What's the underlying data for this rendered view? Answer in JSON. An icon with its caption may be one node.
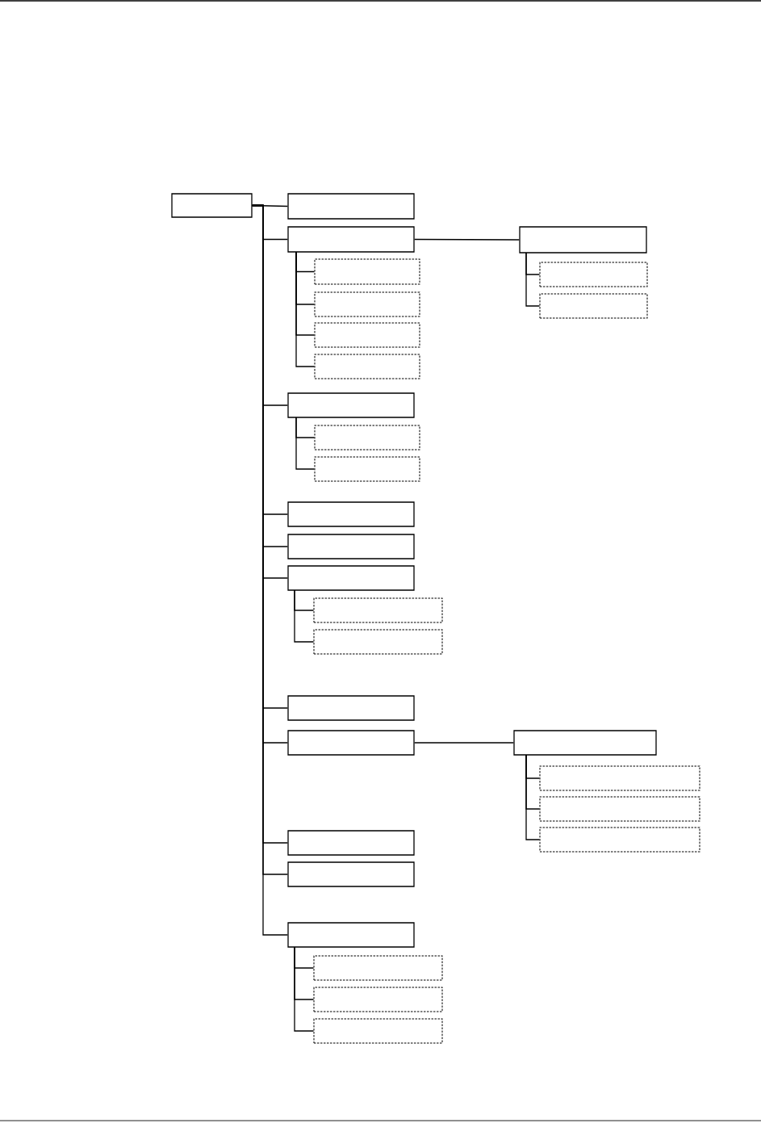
{
  "diagram": {
    "nodes": [
      {
        "text": [],
        "shape": "box"
      },
      {
        "text": [],
        "shape": "box"
      },
      {
        "text": [],
        "shape": "box"
      },
      {
        "text": [],
        "shape": "box"
      },
      {
        "text": [],
        "shape": "box"
      },
      {
        "text": [],
        "shape": "box"
      },
      {
        "text": [],
        "shape": "box"
      },
      {
        "text": [],
        "shape": "box"
      },
      {
        "text": [],
        "shape": "box"
      },
      {
        "text": [],
        "shape": "box"
      },
      {
        "text": [],
        "shape": "box"
      },
      {
        "text": [],
        "shape": "box"
      },
      {
        "text": [],
        "shape": "box"
      },
      {
        "text": [],
        "shape": "box"
      },
      {
        "text": [],
        "shape": "box"
      },
      {
        "text": [],
        "shape": "box"
      },
      {
        "text": [],
        "shape": "box"
      },
      {
        "text": [],
        "shape": "box"
      },
      {
        "text": [],
        "shape": "box"
      },
      {
        "text": [],
        "shape": "box"
      },
      {
        "text": [],
        "shape": "box"
      },
      {
        "text": [],
        "shape": "box"
      },
      {
        "text": [],
        "shape": "box"
      },
      {
        "text": [],
        "shape": "box"
      },
      {
        "text": [],
        "shape": "box"
      },
      {
        "text": [],
        "shape": "box"
      },
      {
        "text": [],
        "shape": "box"
      },
      {
        "text": [],
        "shape": "box"
      },
      {
        "text": [],
        "shape": "box"
      },
      {
        "text": [],
        "shape": "box"
      }
    ],
    "edges": [
      {
        "from": 0,
        "to": 1,
        "arrow": "none"
      },
      {
        "from": 0,
        "to": 2,
        "arrow": "none"
      },
      {
        "from": 2,
        "to": 3,
        "arrow": "none"
      },
      {
        "from": 2,
        "to": 4,
        "arrow": "none"
      },
      {
        "from": 2,
        "to": 5,
        "arrow": "none"
      },
      {
        "from": 2,
        "to": 6,
        "arrow": "none"
      },
      {
        "from": 2,
        "to": 7,
        "arrow": "none"
      },
      {
        "from": 7,
        "to": 8,
        "arrow": "none"
      },
      {
        "from": 7,
        "to": 9,
        "arrow": "none"
      },
      {
        "from": 0,
        "to": 10,
        "arrow": "none"
      },
      {
        "from": 10,
        "to": 11,
        "arrow": "none"
      },
      {
        "from": 10,
        "to": 12,
        "arrow": "none"
      },
      {
        "from": 0,
        "to": 13,
        "arrow": "none"
      },
      {
        "from": 0,
        "to": 14,
        "arrow": "none"
      },
      {
        "from": 0,
        "to": 15,
        "arrow": "none"
      },
      {
        "from": 15,
        "to": 16,
        "arrow": "none"
      },
      {
        "from": 15,
        "to": 17,
        "arrow": "none"
      },
      {
        "from": 0,
        "to": 18,
        "arrow": "none"
      },
      {
        "from": 0,
        "to": 19,
        "arrow": "none"
      },
      {
        "from": 19,
        "to": 20,
        "arrow": "none"
      },
      {
        "from": 20,
        "to": 21,
        "arrow": "none"
      },
      {
        "from": 20,
        "to": 22,
        "arrow": "none"
      },
      {
        "from": 20,
        "to": 23,
        "arrow": "none"
      },
      {
        "from": 0,
        "to": 24,
        "arrow": "none"
      },
      {
        "from": 0,
        "to": 25,
        "arrow": "none"
      },
      {
        "from": 0,
        "to": 26,
        "arrow": "none"
      },
      {
        "from": 26,
        "to": 27,
        "arrow": "none"
      },
      {
        "from": 26,
        "to": 28,
        "arrow": "none"
      },
      {
        "from": 26,
        "to": 29,
        "arrow": "none"
      }
    ]
  }
}
